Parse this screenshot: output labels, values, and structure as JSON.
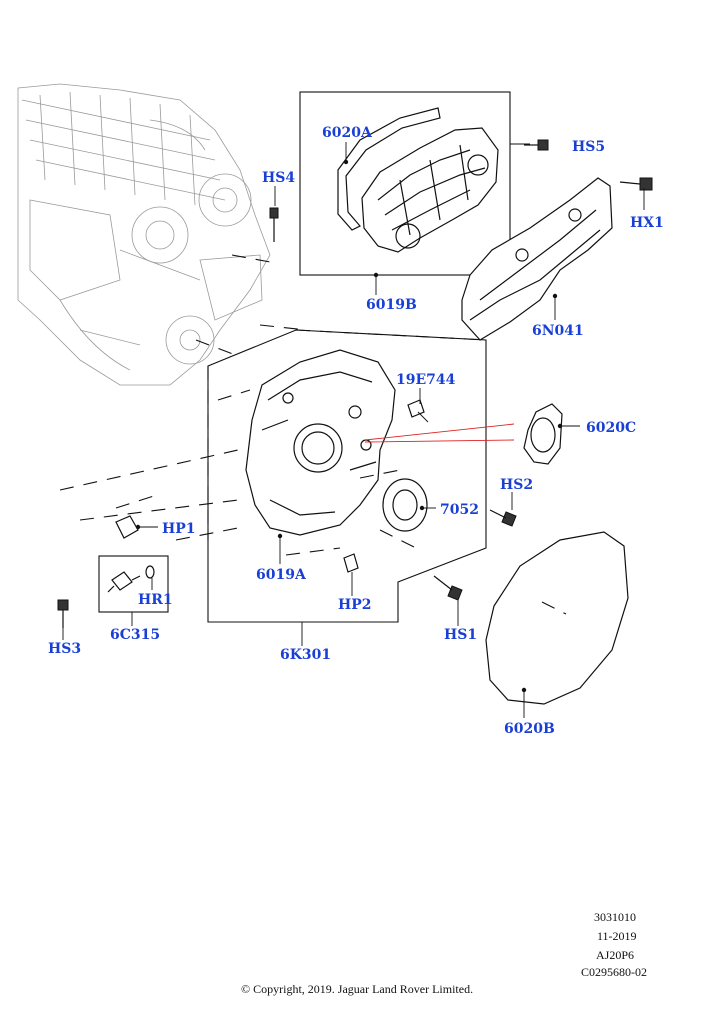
{
  "callouts": {
    "c6020A": "6020A",
    "cHS5": "HS5",
    "cHS4": "HS4",
    "cHX1": "HX1",
    "c6019B": "6019B",
    "c6N041": "6N041",
    "c19E744": "19E744",
    "c6020C": "6020C",
    "cHS2": "HS2",
    "c7052": "7052",
    "cHP1": "HP1",
    "c6019A": "6019A",
    "cHR1": "HR1",
    "cHP2": "HP2",
    "c6C315": "6C315",
    "cHS1": "HS1",
    "cHS3": "HS3",
    "c6K301": "6K301",
    "c6020B": "6020B"
  },
  "info": {
    "ref": "3031010",
    "date": "11-2019",
    "engine": "AJ20P6",
    "code": "C0295680-02"
  },
  "copyright": "© Copyright, 2019. Jaguar Land Rover Limited.",
  "colors": {
    "callout": "#1a3fd6",
    "linework": "#111111",
    "engine_ghost": "#9a9a9a",
    "highlight_leader": "#e02020"
  }
}
